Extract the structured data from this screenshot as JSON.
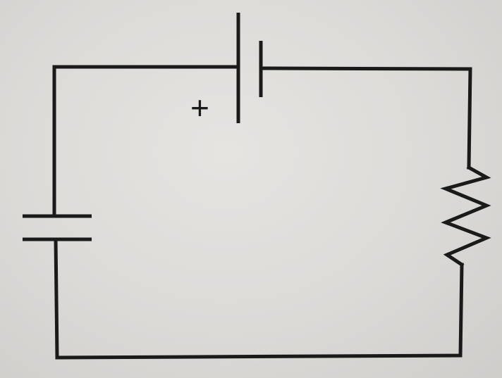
{
  "diagram": {
    "components": [
      {
        "type": "battery",
        "icon": "battery-icon"
      },
      {
        "type": "resistor",
        "icon": "resistor-icon"
      },
      {
        "type": "capacitor",
        "icon": "capacitor-icon"
      }
    ],
    "battery": {
      "polarity_label": "+"
    },
    "colors": {
      "ink": "#1a1a1a",
      "paper": "#dcdad7"
    }
  }
}
